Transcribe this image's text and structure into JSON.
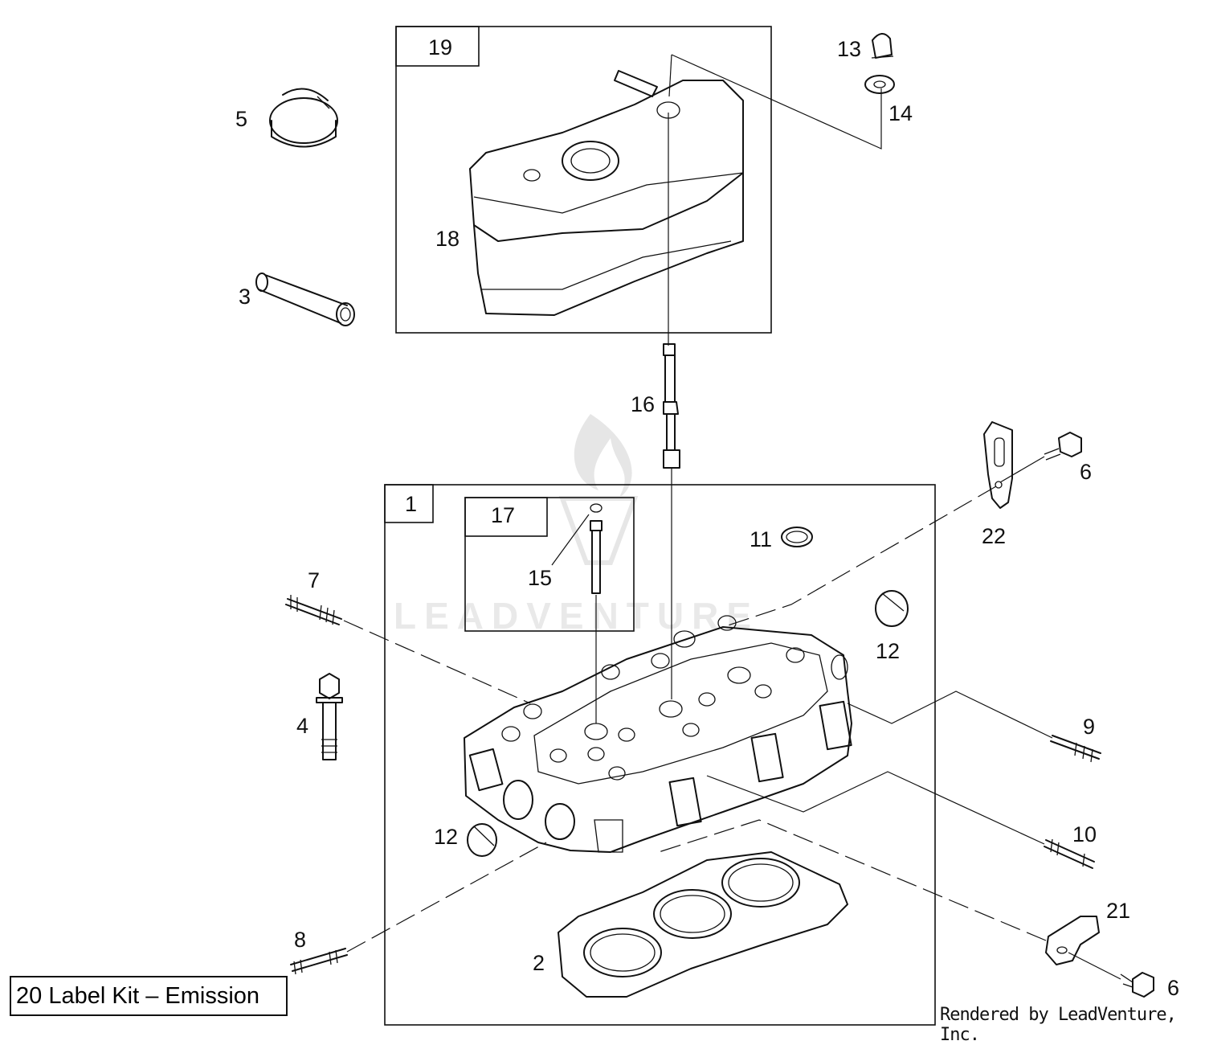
{
  "labels": {
    "l1": "1",
    "l2": "2",
    "l3": "3",
    "l4": "4",
    "l5": "5",
    "l6a": "6",
    "l6b": "6",
    "l7": "7",
    "l8": "8",
    "l9": "9",
    "l10": "10",
    "l11": "11",
    "l12a": "12",
    "l12b": "12",
    "l13": "13",
    "l14": "14",
    "l15": "15",
    "l16": "16",
    "l17": "17",
    "l18": "18",
    "l19": "19",
    "l21": "21",
    "l22": "22"
  },
  "label_kit": "20 Label Kit – Emission",
  "footer": "Rendered by LeadVenture, Inc.",
  "watermark": "LEADVENTURE"
}
